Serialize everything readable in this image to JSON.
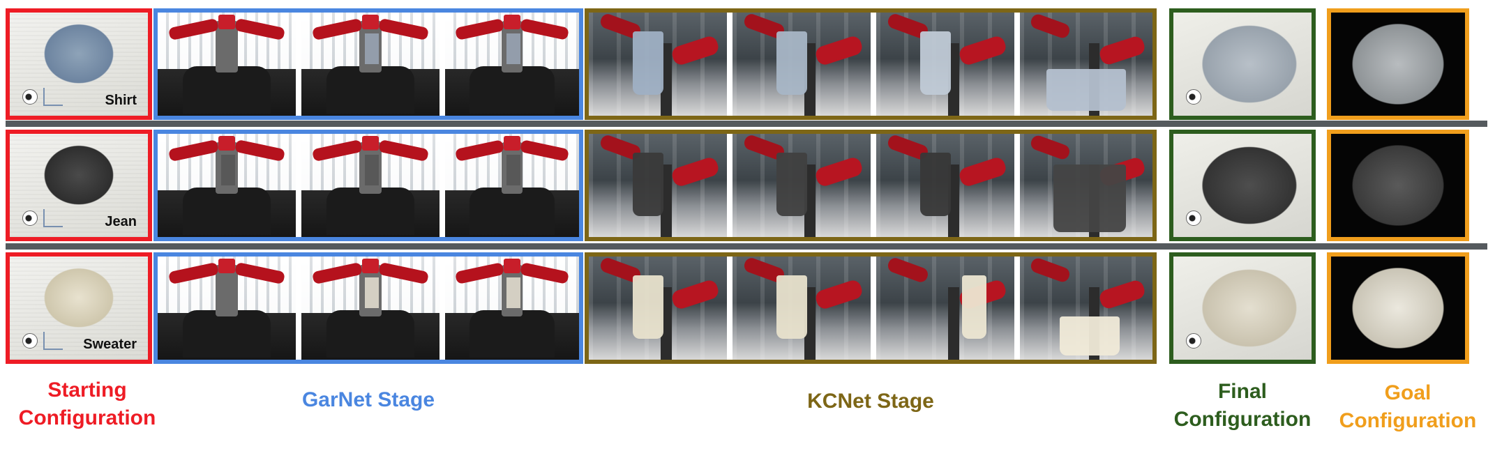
{
  "rows": [
    {
      "garment": "Shirt"
    },
    {
      "garment": "Jean"
    },
    {
      "garment": "Sweater"
    }
  ],
  "captions": {
    "starting": [
      "Starting",
      "Configuration"
    ],
    "garnet": "GarNet Stage",
    "kcnet": "KCNet Stage",
    "final": [
      "Final",
      "Configuration"
    ],
    "goal": [
      "Goal",
      "Configuration"
    ]
  },
  "colors": {
    "starting": "#ee1c25",
    "garnet": "#4a86e0",
    "kcnet": "#7d6616",
    "final": "#2d5d1e",
    "goal": "#f09e1c"
  }
}
